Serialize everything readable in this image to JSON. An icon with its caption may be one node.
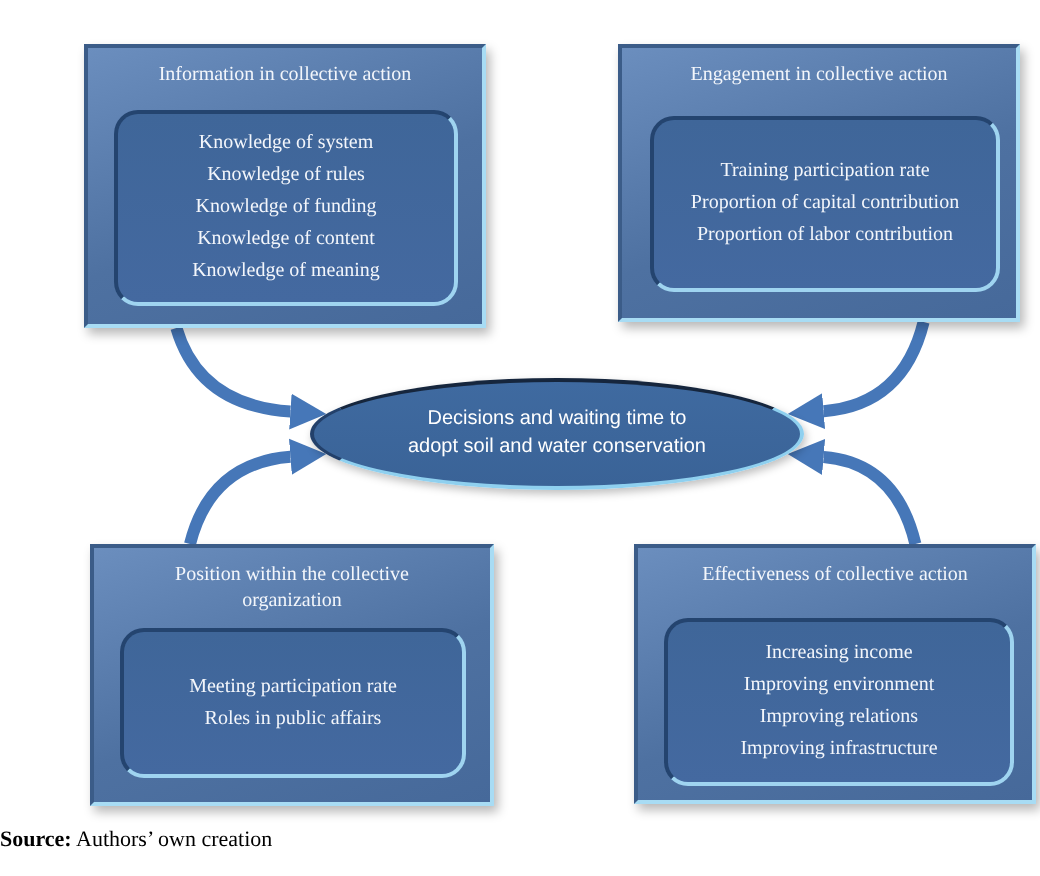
{
  "diagram": {
    "caption": "**Source:** Authors’ own creation",
    "nodes": [
      {
        "text": [
          "Information in collective action"
        ]
      },
      {
        "text": [
          "Knowledge of system",
          "Knowledge of rules",
          "Knowledge of funding",
          "Knowledge of content",
          "Knowledge of meaning"
        ],
        "in": 0
      },
      {
        "text": [
          "Engagement in collective action"
        ]
      },
      {
        "text": [
          "Training participation rate",
          "Proportion of capital contribution",
          "Proportion of labor contribution"
        ],
        "in": 2
      },
      {
        "text": [
          "Decisions and waiting time to adopt soil and water conservation"
        ]
      },
      {
        "text": [
          "Position within the collective organization"
        ]
      },
      {
        "text": [
          "Meeting participation rate",
          "Roles in public affairs"
        ],
        "in": 5
      },
      {
        "text": [
          "Effectiveness of collective action"
        ]
      },
      {
        "text": [
          "Increasing income",
          "Improving environment",
          "Improving relations",
          "Improving infrastructure"
        ],
        "in": 7
      }
    ],
    "edges": [
      {
        "from": 0,
        "to": 4,
        "arrow": "to"
      },
      {
        "from": 2,
        "to": 4,
        "arrow": "to"
      },
      {
        "from": 5,
        "to": 4,
        "arrow": "to"
      },
      {
        "from": 7,
        "to": 4,
        "arrow": "to"
      }
    ]
  }
}
